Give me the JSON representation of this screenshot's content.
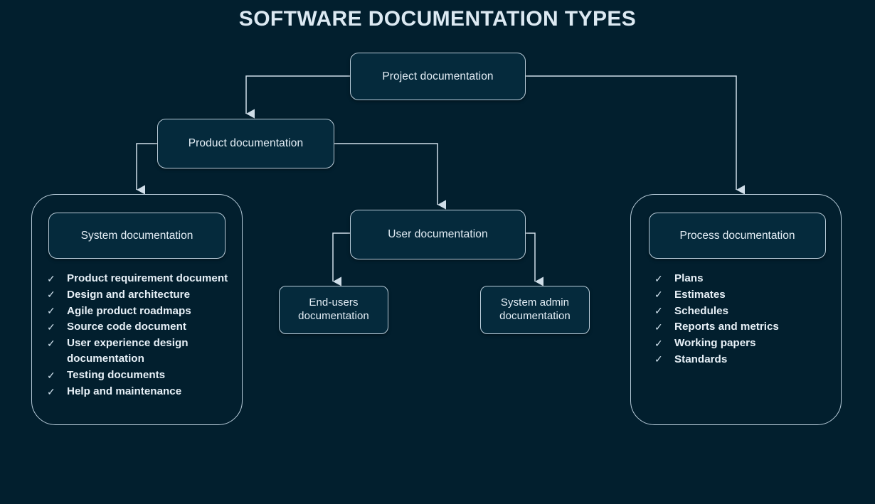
{
  "title": "SOFTWARE DOCUMENTATION TYPES",
  "colors": {
    "background": "#021f2e",
    "node_fill": "#052a3c",
    "border": "#b9ccd9",
    "text": "#e4eef6",
    "connector": "#cfdde8"
  },
  "nodes": {
    "project": "Project documentation",
    "product": "Product documentation",
    "system": "System documentation",
    "user": "User documentation",
    "process": "Process documentation",
    "end_users": "End-users documentation",
    "system_admin": "System admin documentation"
  },
  "system_list": {
    "bullet_icon": "check-icon",
    "bullet_glyph": "✓",
    "items": [
      "Product requirement document",
      "Design and architecture",
      "Agile product roadmaps",
      "Source code document",
      "User experience design documentation",
      "Testing documents",
      "Help and maintenance"
    ]
  },
  "process_list": {
    "bullet_icon": "check-icon",
    "bullet_glyph": "✓",
    "items": [
      "Plans",
      "Estimates",
      "Schedules",
      "Reports and metrics",
      "Working papers",
      "Standards"
    ]
  }
}
